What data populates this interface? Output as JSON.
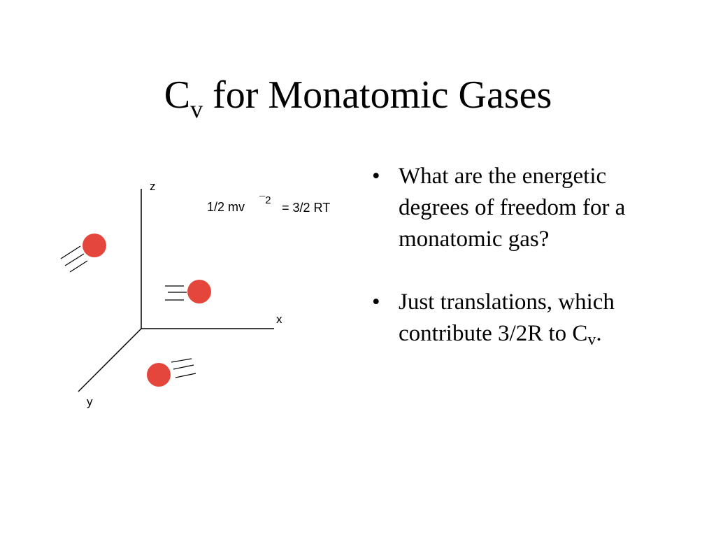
{
  "slide": {
    "title_main": "C",
    "title_sub": "v",
    "title_rest": " for Monatomic Gases"
  },
  "diagram": {
    "axis_labels": {
      "z": "z",
      "x": "x",
      "y": "y"
    },
    "equation": {
      "left": "1/2 mv",
      "superscript": "¯2",
      "right": "= 3/2 RT"
    },
    "colors": {
      "atom": "#e5463c",
      "axis": "#000000"
    }
  },
  "bullets": [
    {
      "marker": "•",
      "text": "What are the energetic degrees of freedom for a monatomic gas?"
    },
    {
      "marker": "•",
      "text_before": "Just translations, which contribute 3/2R to C",
      "text_sub": "v",
      "text_after": "."
    }
  ]
}
